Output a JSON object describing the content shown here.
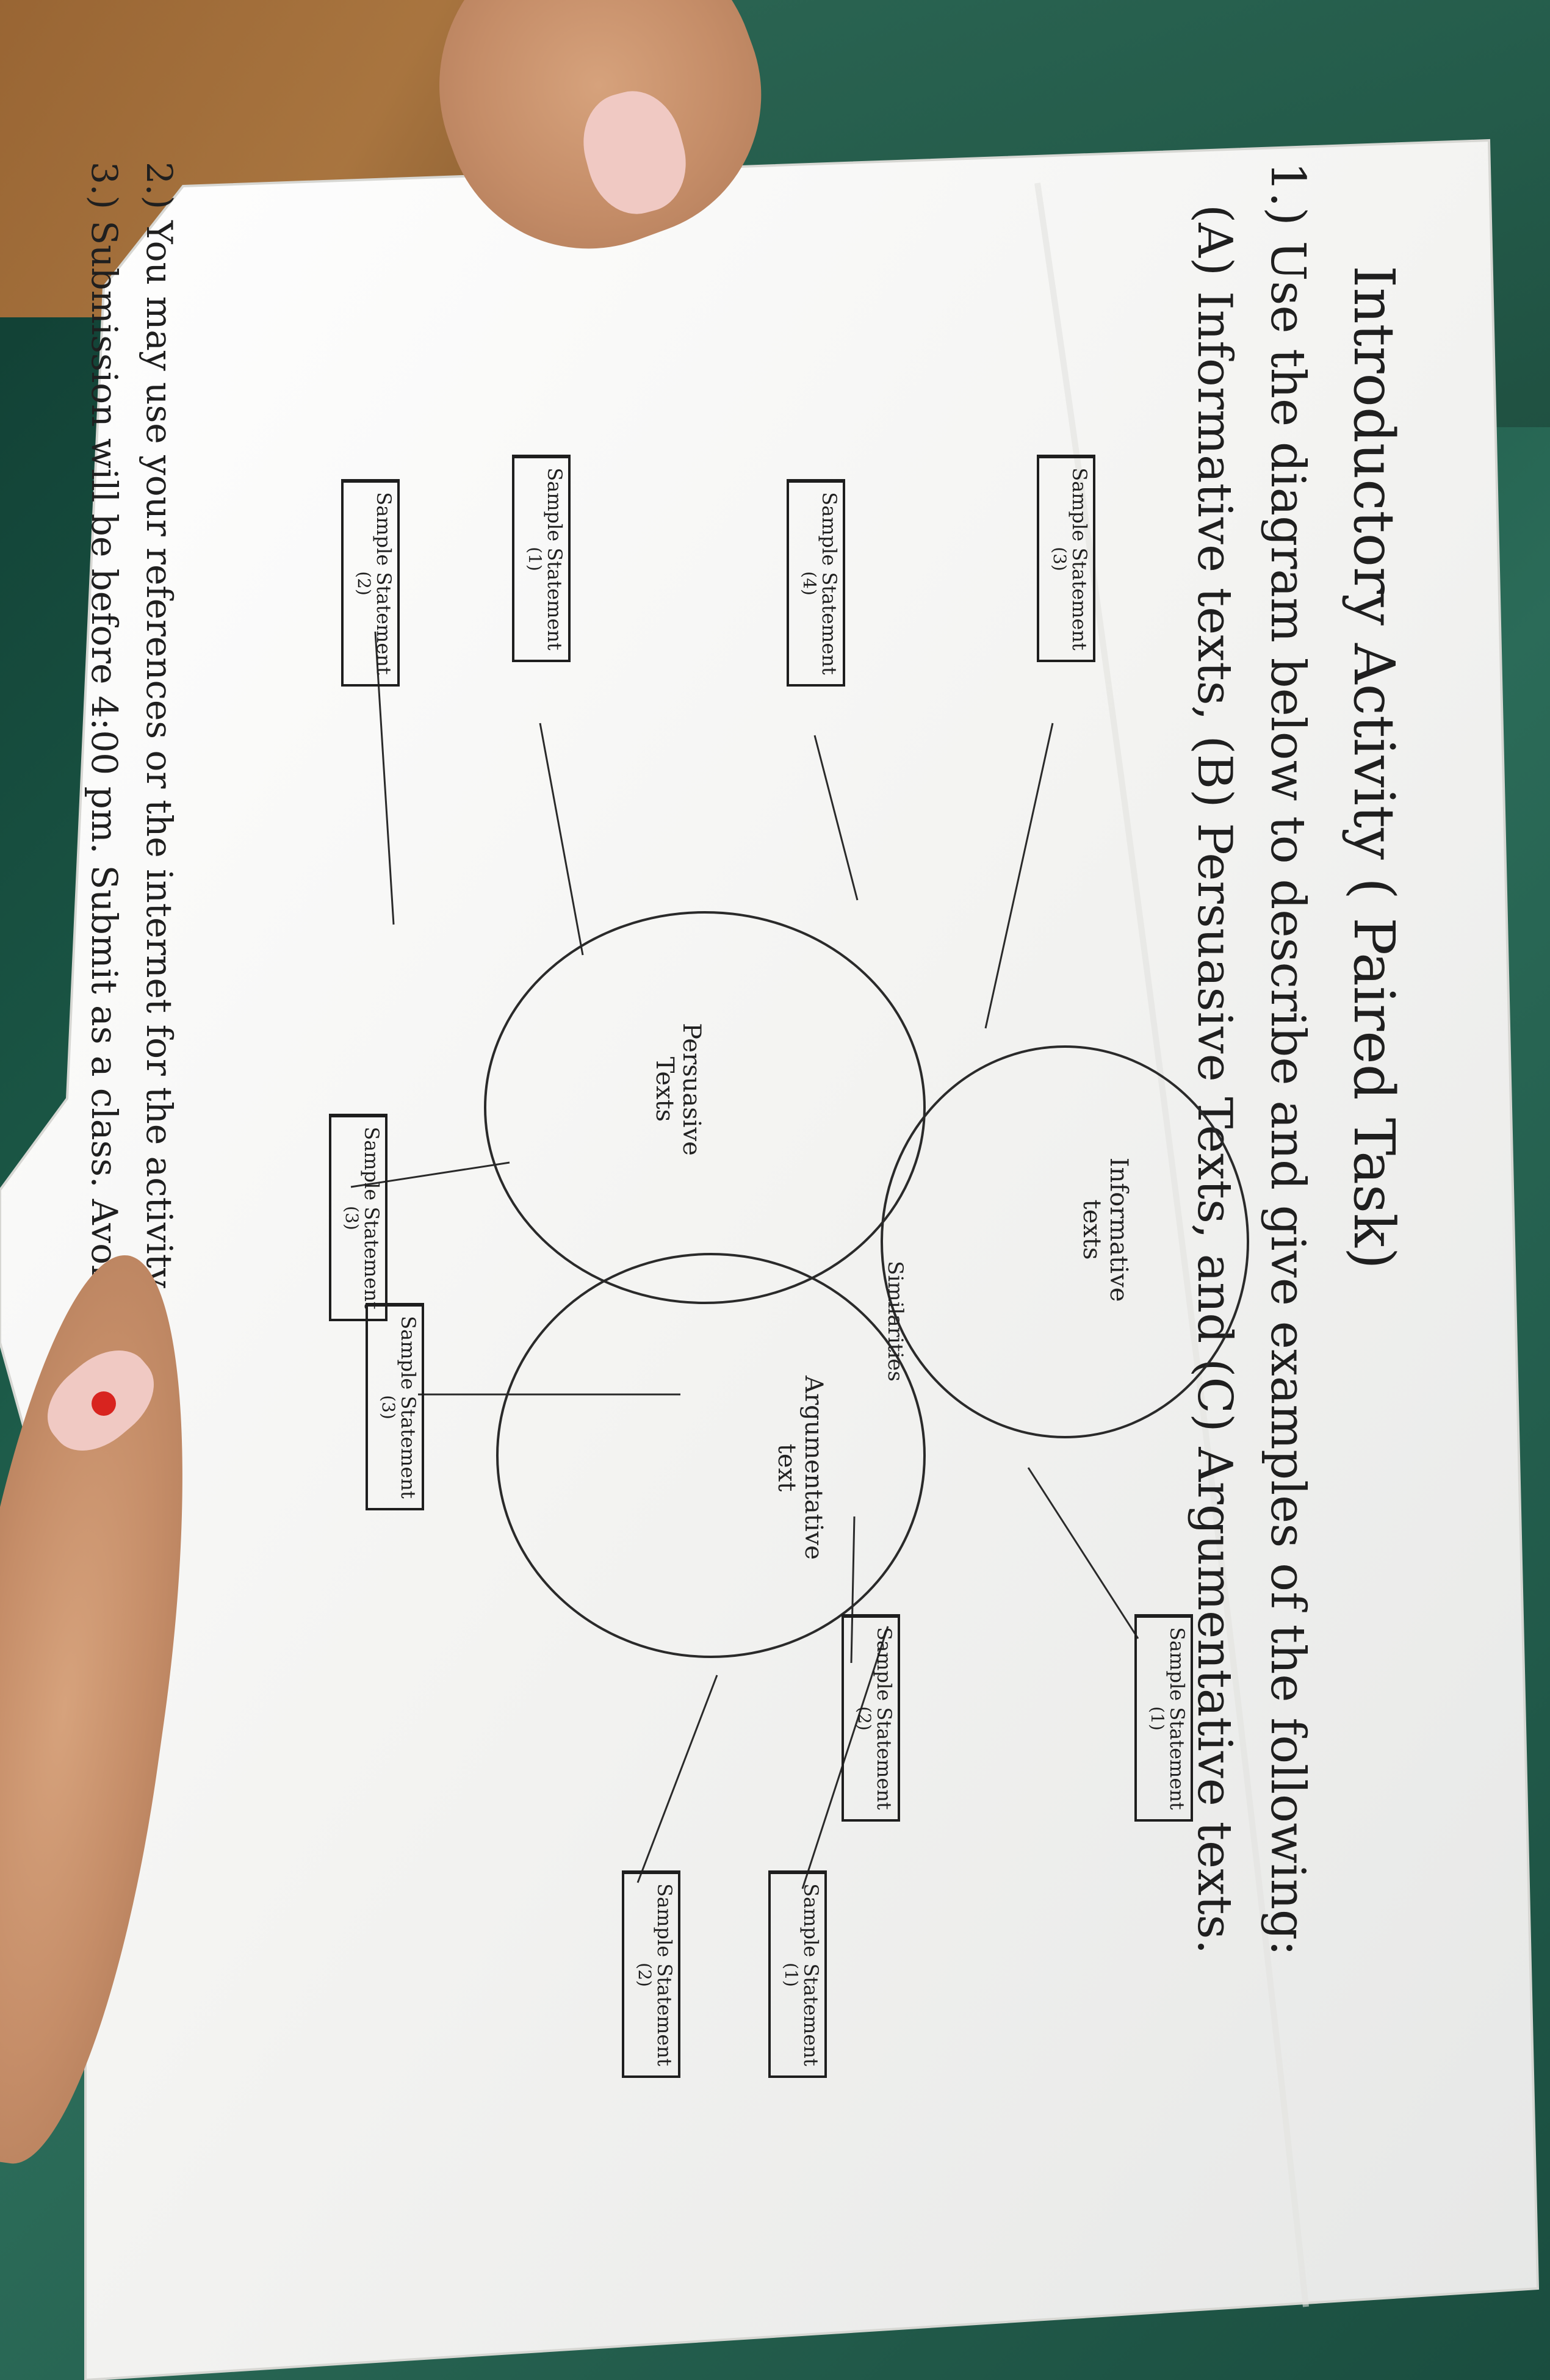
{
  "sheet": {
    "title": "Introductory Activity ( Paired Task)",
    "instruction_line1": "1.) Use the diagram below to describe and give examples of the following:",
    "instruction_line2": "(A) Informative texts, (B) Persuasive Texts, and (C) Argumentative texts.",
    "note_line1": "2.) You may use your references or the internet for the activity.",
    "note_line2": "3.) Submission will be before 4:00 pm. Submit as a class. Avoid submitting individually."
  },
  "diagram": {
    "circles": [
      {
        "label": "Informative\ntexts"
      },
      {
        "label": "Persuasive\nTexts"
      },
      {
        "label": "Argumentative\ntext"
      }
    ],
    "center_label": "Similarities",
    "boxes": [
      {
        "label": "Sample Statement",
        "num": "(3)"
      },
      {
        "label": "Sample Statement",
        "num": "(1)"
      },
      {
        "label": "Sample Statement",
        "num": "(4)"
      },
      {
        "label": "Sample Statement",
        "num": "(2)"
      },
      {
        "label": "Sample Statement",
        "num": "(1)"
      },
      {
        "label": "Sample Statement",
        "num": "(2)"
      },
      {
        "label": "Sample Statement",
        "num": "(3)"
      },
      {
        "label": "Sample Statement",
        "num": "(3)"
      },
      {
        "label": "Sample Statement",
        "num": "(2)"
      },
      {
        "label": "Sample Statement",
        "num": "(1)"
      }
    ]
  },
  "colors": {
    "paper": "#f4f4f2",
    "ink": "#1e1e1e",
    "nail_accent": "#d8241f"
  }
}
